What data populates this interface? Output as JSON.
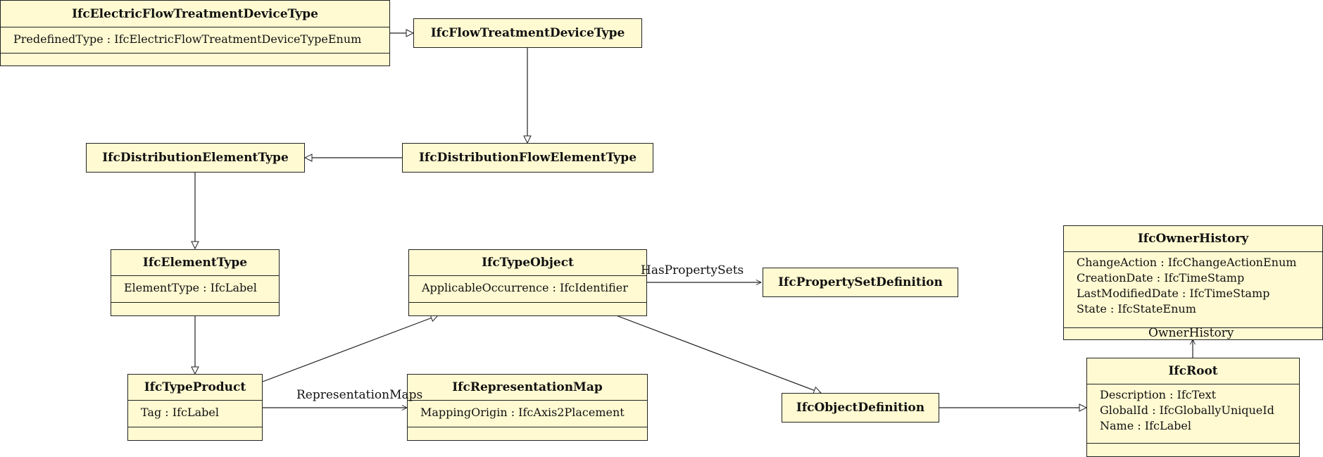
{
  "classes": {
    "electric": {
      "name": "IfcElectricFlowTreatmentDeviceType",
      "attrs": [
        "PredefinedType : IfcElectricFlowTreatmentDeviceTypeEnum"
      ]
    },
    "flowtreat": {
      "name": "IfcFlowTreatmentDeviceType"
    },
    "distelem": {
      "name": "IfcDistributionElementType"
    },
    "distflow": {
      "name": "IfcDistributionFlowElementType"
    },
    "elemtype": {
      "name": "IfcElementType",
      "attrs": [
        "ElementType : IfcLabel"
      ]
    },
    "typeobject": {
      "name": "IfcTypeObject",
      "attrs": [
        "ApplicableOccurrence : IfcIdentifier"
      ]
    },
    "propset": {
      "name": "IfcPropertySetDefinition"
    },
    "typeproduct": {
      "name": "IfcTypeProduct",
      "attrs": [
        "Tag : IfcLabel"
      ]
    },
    "repmap": {
      "name": "IfcRepresentationMap",
      "attrs": [
        "MappingOrigin : IfcAxis2Placement"
      ]
    },
    "objdef": {
      "name": "IfcObjectDefinition"
    },
    "ownerhist": {
      "name": "IfcOwnerHistory",
      "attrs": [
        "ChangeAction : IfcChangeActionEnum",
        "CreationDate : IfcTimeStamp",
        "LastModifiedDate : IfcTimeStamp",
        "State : IfcStateEnum"
      ]
    },
    "root": {
      "name": "IfcRoot",
      "attrs": [
        "Description : IfcText",
        "GlobalId : IfcGloballyUniqueId",
        "Name : IfcLabel"
      ]
    }
  },
  "edge_labels": {
    "has_property_sets": "HasPropertySets",
    "representation_maps": "RepresentationMaps",
    "owner_history": "OwnerHistory"
  }
}
